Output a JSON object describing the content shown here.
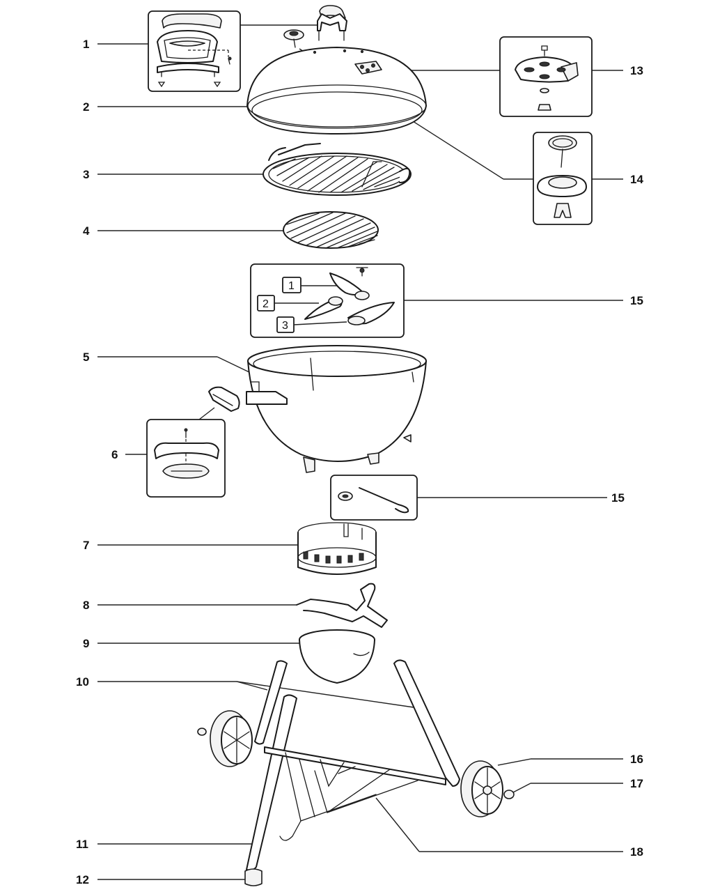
{
  "callouts": {
    "c1": "1",
    "c2": "2",
    "c3": "3",
    "c4": "4",
    "c5": "5",
    "c6": "6",
    "c7": "7",
    "c8": "8",
    "c9": "9",
    "c10": "10",
    "c11": "11",
    "c12": "12",
    "c13": "13",
    "c14": "14",
    "c15a": "15",
    "c15b": "15",
    "c16": "16",
    "c17": "17",
    "c18": "18"
  },
  "sub_items": {
    "s1": "1",
    "s2": "2",
    "s3": "3"
  }
}
